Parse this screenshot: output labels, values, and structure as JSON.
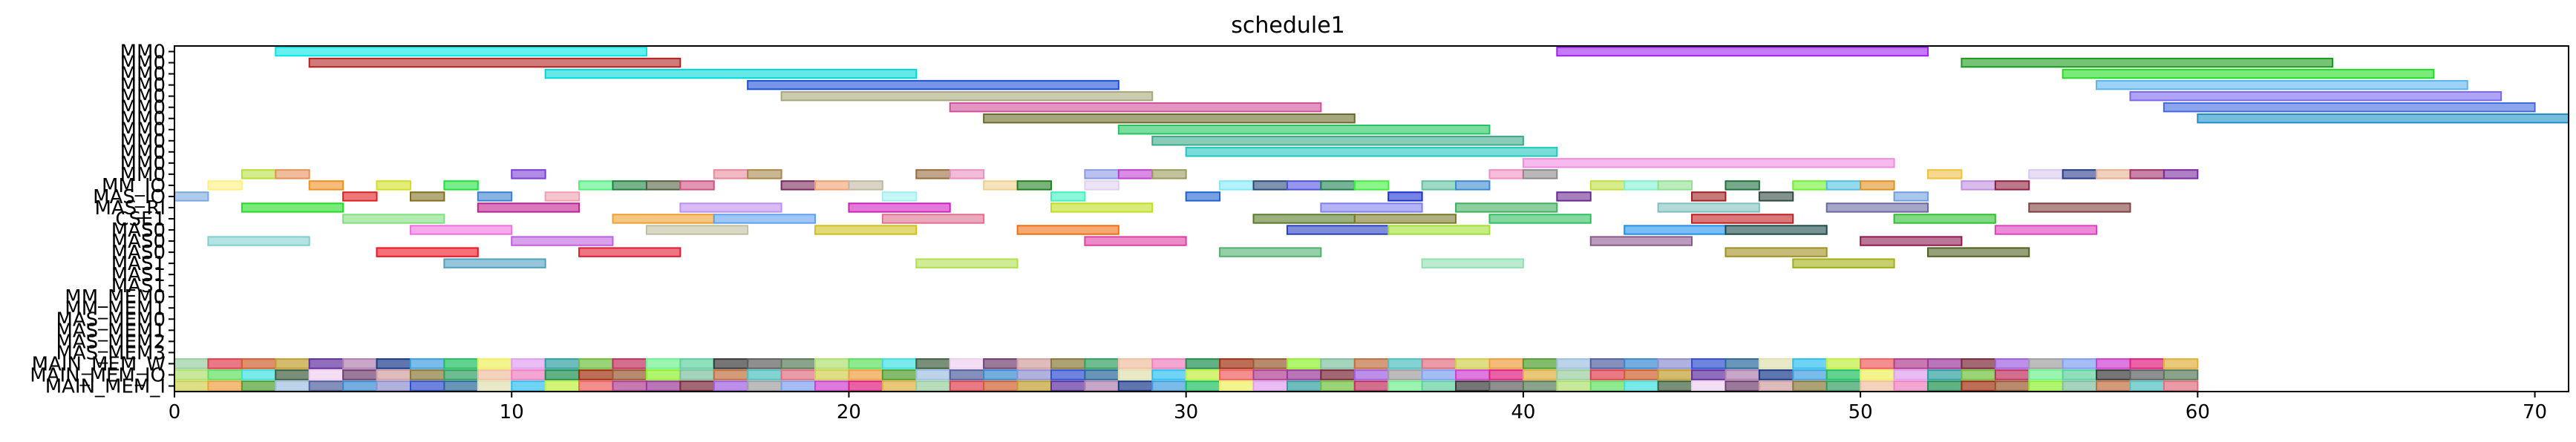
{
  "chart_data": {
    "type": "gantt",
    "title": "schedule1",
    "xlabel": "",
    "ylabel": "",
    "xlim": [
      0,
      71
    ],
    "grid": false,
    "x_ticks": [
      0,
      10,
      20,
      30,
      40,
      50,
      60,
      70
    ],
    "rows": [
      "MM0",
      "MM0",
      "MM0",
      "MM0",
      "MM0",
      "MM0",
      "MM0",
      "MM0",
      "MM0",
      "MM0",
      "MM0",
      "MM0",
      "MM_IO",
      "MAS_IO",
      "MAS_RI",
      "CSE1",
      "MAS0",
      "MAS0",
      "MAS0",
      "MAS1",
      "MAS1",
      "MAS1",
      "MM_MEM0",
      "MM_MEM1",
      "MAS_MEM0",
      "MAS_MEM1",
      "MAS_MEM2",
      "MAS_MEM3",
      "MAIN_MEM_W",
      "MAIN_MEM_IO",
      "MAIN_MEM_I"
    ],
    "bars": [
      {
        "row": 0,
        "start": 3,
        "end": 14,
        "color": "#00e5e5"
      },
      {
        "row": 0,
        "start": 41,
        "end": 52,
        "color": "#a020f0"
      },
      {
        "row": 1,
        "start": 4,
        "end": 15,
        "color": "#b22222"
      },
      {
        "row": 1,
        "start": 53,
        "end": 64,
        "color": "#1a9a1a"
      },
      {
        "row": 2,
        "start": 11,
        "end": 22,
        "color": "#00d8d8"
      },
      {
        "row": 2,
        "start": 56,
        "end": 67,
        "color": "#22dd22"
      },
      {
        "row": 3,
        "start": 17,
        "end": 28,
        "color": "#1a4fd6"
      },
      {
        "row": 3,
        "start": 57,
        "end": 68,
        "color": "#5ab4f0"
      },
      {
        "row": 4,
        "start": 18,
        "end": 29,
        "color": "#a8a87a"
      },
      {
        "row": 4,
        "start": 58,
        "end": 69,
        "color": "#7b68ee"
      },
      {
        "row": 5,
        "start": 23,
        "end": 34,
        "color": "#d2509a"
      },
      {
        "row": 5,
        "start": 59,
        "end": 70,
        "color": "#4169e1"
      },
      {
        "row": 6,
        "start": 24,
        "end": 35,
        "color": "#6b6b2a"
      },
      {
        "row": 6,
        "start": 60,
        "end": 71,
        "color": "#1e90c8"
      },
      {
        "row": 7,
        "start": 28,
        "end": 39,
        "color": "#22c55e"
      },
      {
        "row": 8,
        "start": 29,
        "end": 40,
        "color": "#3aaa8a"
      },
      {
        "row": 9,
        "start": 30,
        "end": 41,
        "color": "#20c8c0"
      },
      {
        "row": 10,
        "start": 40,
        "end": 51,
        "color": "#f08ce0"
      },
      {
        "row": 11,
        "start": 2,
        "end": 3,
        "color": "#b8e03a"
      },
      {
        "row": 11,
        "start": 3,
        "end": 4,
        "color": "#e6905a"
      },
      {
        "row": 11,
        "start": 10,
        "end": 11,
        "color": "#7b3fd6"
      },
      {
        "row": 11,
        "start": 16,
        "end": 17,
        "color": "#e88a9a"
      },
      {
        "row": 11,
        "start": 17,
        "end": 18,
        "color": "#a8884a"
      },
      {
        "row": 11,
        "start": 22,
        "end": 23,
        "color": "#9a6b3a"
      },
      {
        "row": 11,
        "start": 23,
        "end": 24,
        "color": "#e890c0"
      },
      {
        "row": 11,
        "start": 27,
        "end": 28,
        "color": "#8a9ae6"
      },
      {
        "row": 11,
        "start": 28,
        "end": 29,
        "color": "#c040d0"
      },
      {
        "row": 11,
        "start": 29,
        "end": 30,
        "color": "#9a9a5a"
      },
      {
        "row": 11,
        "start": 39,
        "end": 40,
        "color": "#f090c0"
      },
      {
        "row": 11,
        "start": 40,
        "end": 41,
        "color": "#8a8a8a"
      },
      {
        "row": 11,
        "start": 52,
        "end": 53,
        "color": "#f0c040"
      },
      {
        "row": 11,
        "start": 55,
        "end": 56,
        "color": "#d8c8f0"
      },
      {
        "row": 11,
        "start": 56,
        "end": 57,
        "color": "#2a3a8a"
      },
      {
        "row": 11,
        "start": 57,
        "end": 58,
        "color": "#e8b090"
      },
      {
        "row": 11,
        "start": 58,
        "end": 59,
        "color": "#a0306a"
      },
      {
        "row": 11,
        "start": 59,
        "end": 60,
        "color": "#7a2aa0"
      },
      {
        "row": 12,
        "start": 1,
        "end": 2,
        "color": "#fff080"
      },
      {
        "row": 12,
        "start": 4,
        "end": 5,
        "color": "#f09020"
      },
      {
        "row": 12,
        "start": 6,
        "end": 7,
        "color": "#d0e020"
      },
      {
        "row": 12,
        "start": 8,
        "end": 9,
        "color": "#20e040"
      },
      {
        "row": 12,
        "start": 12,
        "end": 13,
        "color": "#50f080"
      },
      {
        "row": 12,
        "start": 13,
        "end": 14,
        "color": "#208040"
      },
      {
        "row": 12,
        "start": 14,
        "end": 15,
        "color": "#506040"
      },
      {
        "row": 12,
        "start": 15,
        "end": 16,
        "color": "#d05080"
      },
      {
        "row": 12,
        "start": 18,
        "end": 19,
        "color": "#7a2a5a"
      },
      {
        "row": 12,
        "start": 19,
        "end": 20,
        "color": "#f0a070"
      },
      {
        "row": 12,
        "start": 20,
        "end": 21,
        "color": "#c0b8a0"
      },
      {
        "row": 12,
        "start": 24,
        "end": 25,
        "color": "#f0d090"
      },
      {
        "row": 12,
        "start": 25,
        "end": 26,
        "color": "#208020"
      },
      {
        "row": 12,
        "start": 27,
        "end": 28,
        "color": "#e0d0f0"
      },
      {
        "row": 12,
        "start": 31,
        "end": 32,
        "color": "#80e8f8"
      },
      {
        "row": 12,
        "start": 32,
        "end": 33,
        "color": "#2a4a7a"
      },
      {
        "row": 12,
        "start": 33,
        "end": 34,
        "color": "#5050e0"
      },
      {
        "row": 12,
        "start": 34,
        "end": 35,
        "color": "#208050"
      },
      {
        "row": 12,
        "start": 35,
        "end": 36,
        "color": "#40f040"
      },
      {
        "row": 12,
        "start": 37,
        "end": 38,
        "color": "#60c0a0"
      },
      {
        "row": 12,
        "start": 38,
        "end": 39,
        "color": "#3a8ad0"
      },
      {
        "row": 12,
        "start": 42,
        "end": 43,
        "color": "#c0e040"
      },
      {
        "row": 12,
        "start": 43,
        "end": 44,
        "color": "#80f0d0"
      },
      {
        "row": 12,
        "start": 44,
        "end": 45,
        "color": "#90e090"
      },
      {
        "row": 12,
        "start": 46,
        "end": 47,
        "color": "#207040"
      },
      {
        "row": 12,
        "start": 48,
        "end": 49,
        "color": "#70f030"
      },
      {
        "row": 12,
        "start": 49,
        "end": 50,
        "color": "#50c0e0"
      },
      {
        "row": 12,
        "start": 50,
        "end": 51,
        "color": "#e09020"
      },
      {
        "row": 12,
        "start": 53,
        "end": 54,
        "color": "#c090e0"
      },
      {
        "row": 12,
        "start": 54,
        "end": 55,
        "color": "#902040"
      },
      {
        "row": 13,
        "start": 0,
        "end": 1,
        "color": "#7aa8e0"
      },
      {
        "row": 13,
        "start": 5,
        "end": 6,
        "color": "#e02020"
      },
      {
        "row": 13,
        "start": 7,
        "end": 8,
        "color": "#807020"
      },
      {
        "row": 13,
        "start": 9,
        "end": 10,
        "color": "#3a80d0"
      },
      {
        "row": 13,
        "start": 11,
        "end": 12,
        "color": "#f0a0b0"
      },
      {
        "row": 13,
        "start": 21,
        "end": 22,
        "color": "#a0f0f0"
      },
      {
        "row": 13,
        "start": 26,
        "end": 27,
        "color": "#40f0c0"
      },
      {
        "row": 13,
        "start": 30,
        "end": 31,
        "color": "#2060d0"
      },
      {
        "row": 13,
        "start": 36,
        "end": 37,
        "color": "#1a30d0"
      },
      {
        "row": 13,
        "start": 41,
        "end": 42,
        "color": "#6a2a90"
      },
      {
        "row": 13,
        "start": 45,
        "end": 46,
        "color": "#a02020"
      },
      {
        "row": 13,
        "start": 47,
        "end": 48,
        "color": "#304a40"
      },
      {
        "row": 13,
        "start": 51,
        "end": 52,
        "color": "#70a0e0"
      },
      {
        "row": 14,
        "start": 2,
        "end": 5,
        "color": "#22dd22"
      },
      {
        "row": 14,
        "start": 9,
        "end": 12,
        "color": "#c02090"
      },
      {
        "row": 14,
        "start": 15,
        "end": 18,
        "color": "#c090f0"
      },
      {
        "row": 14,
        "start": 20,
        "end": 23,
        "color": "#d020c0"
      },
      {
        "row": 14,
        "start": 26,
        "end": 29,
        "color": "#c0e020"
      },
      {
        "row": 14,
        "start": 34,
        "end": 37,
        "color": "#8080f0"
      },
      {
        "row": 14,
        "start": 38,
        "end": 41,
        "color": "#40b060"
      },
      {
        "row": 14,
        "start": 44,
        "end": 47,
        "color": "#80c0c0"
      },
      {
        "row": 14,
        "start": 49,
        "end": 52,
        "color": "#6a6aa0"
      },
      {
        "row": 14,
        "start": 55,
        "end": 58,
        "color": "#804040"
      },
      {
        "row": 15,
        "start": 5,
        "end": 8,
        "color": "#80e080"
      },
      {
        "row": 15,
        "start": 13,
        "end": 16,
        "color": "#f0a030"
      },
      {
        "row": 15,
        "start": 16,
        "end": 19,
        "color": "#60a0f0"
      },
      {
        "row": 15,
        "start": 21,
        "end": 24,
        "color": "#e07090"
      },
      {
        "row": 15,
        "start": 32,
        "end": 35,
        "color": "#5a7a2a"
      },
      {
        "row": 15,
        "start": 35,
        "end": 38,
        "color": "#7a7a2a"
      },
      {
        "row": 15,
        "start": 39,
        "end": 42,
        "color": "#30c060"
      },
      {
        "row": 15,
        "start": 45,
        "end": 48,
        "color": "#c02020"
      },
      {
        "row": 15,
        "start": 51,
        "end": 54,
        "color": "#30c030"
      },
      {
        "row": 16,
        "start": 7,
        "end": 10,
        "color": "#f070e0"
      },
      {
        "row": 16,
        "start": 14,
        "end": 17,
        "color": "#c0c0a0"
      },
      {
        "row": 16,
        "start": 19,
        "end": 22,
        "color": "#d0c020"
      },
      {
        "row": 16,
        "start": 25,
        "end": 28,
        "color": "#f07010"
      },
      {
        "row": 16,
        "start": 33,
        "end": 36,
        "color": "#2a40c0"
      },
      {
        "row": 16,
        "start": 36,
        "end": 39,
        "color": "#a0e030"
      },
      {
        "row": 16,
        "start": 43,
        "end": 46,
        "color": "#2090f0"
      },
      {
        "row": 16,
        "start": 46,
        "end": 49,
        "color": "#1a4a4a"
      },
      {
        "row": 16,
        "start": 54,
        "end": 57,
        "color": "#e040c0"
      },
      {
        "row": 17,
        "start": 1,
        "end": 4,
        "color": "#80d0d0"
      },
      {
        "row": 17,
        "start": 10,
        "end": 13,
        "color": "#c060e0"
      },
      {
        "row": 17,
        "start": 27,
        "end": 30,
        "color": "#e040a0"
      },
      {
        "row": 17,
        "start": 42,
        "end": 45,
        "color": "#8a5a8a"
      },
      {
        "row": 17,
        "start": 50,
        "end": 53,
        "color": "#901a50"
      },
      {
        "row": 18,
        "start": 6,
        "end": 9,
        "color": "#f01020"
      },
      {
        "row": 18,
        "start": 12,
        "end": 15,
        "color": "#e01a30"
      },
      {
        "row": 18,
        "start": 31,
        "end": 34,
        "color": "#50b070"
      },
      {
        "row": 18,
        "start": 46,
        "end": 49,
        "color": "#a09020"
      },
      {
        "row": 18,
        "start": 52,
        "end": 55,
        "color": "#506020"
      },
      {
        "row": 19,
        "start": 8,
        "end": 11,
        "color": "#50a0c0"
      },
      {
        "row": 19,
        "start": 22,
        "end": 25,
        "color": "#b0e050"
      },
      {
        "row": 19,
        "start": 37,
        "end": 40,
        "color": "#90e0b0"
      },
      {
        "row": 19,
        "start": 48,
        "end": 51,
        "color": "#a0b010"
      }
    ],
    "main_mem_rows": [
      28,
      29,
      30
    ],
    "main_mem_palette": [
      "#9acfa0",
      "#3a8ad0",
      "#8a7a3a",
      "#f0f060",
      "#9a3a9a",
      "#c07040",
      "#5a7a5a",
      "#e04050",
      "#9090d0",
      "#30a060",
      "#e0a0f0",
      "#7a2a3a",
      "#50c0c0",
      "#b0e070",
      "#d06030",
      "#3050d0",
      "#f0c0a0",
      "#30a0a0",
      "#a060e0",
      "#e07080",
      "#60e060",
      "#c0a030",
      "#2a6a9a",
      "#f080c0",
      "#70c040",
      "#a0a0a0",
      "#d0d050",
      "#40e0e0",
      "#6030a0",
      "#e0e0b0",
      "#209050",
      "#c03060",
      "#80a0f0",
      "#f0a040",
      "#406040",
      "#b080b0",
      "#30c0f0",
      "#a03010",
      "#70f090",
      "#d040d0",
      "#50a030",
      "#f0d0f0",
      "#1a3a8a",
      "#c0f040",
      "#9a5a30",
      "#60d0a0",
      "#e02080",
      "#a0c0e0",
      "#704070",
      "#40a0e0",
      "#f06060",
      "#90f030",
      "#3a3a3a",
      "#e0b040",
      "#5060a0",
      "#d0a0a0",
      "#20c060",
      "#b04090",
      "#80c0a0",
      "#606060"
    ]
  }
}
